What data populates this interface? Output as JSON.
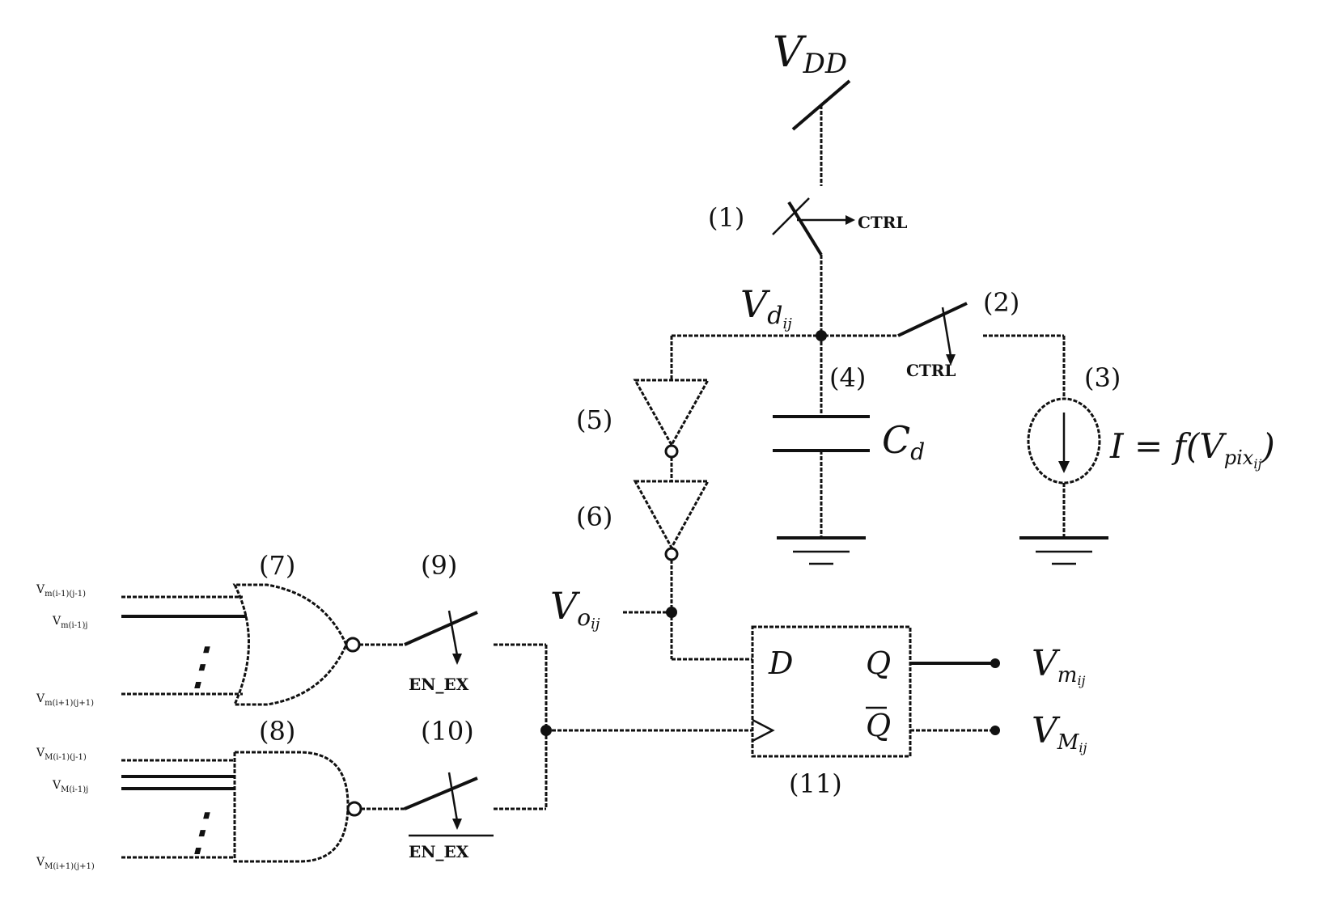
{
  "supply": {
    "name": "V",
    "sub": "DD"
  },
  "switch1": {
    "number": "(1)",
    "ctrl": "CTRL"
  },
  "switch2": {
    "number": "(2)",
    "ctrl": "CTRL"
  },
  "current_source": {
    "number": "(3)",
    "formula_left": "I = f(V",
    "formula_sub": "pix",
    "formula_subsub": "ij",
    "formula_right": ")"
  },
  "capacitor": {
    "number": "(4)",
    "name": "C",
    "sub": "d"
  },
  "node_vd": {
    "name": "V",
    "sub": "d",
    "subsub": "ij"
  },
  "inverter5": {
    "number": "(5)"
  },
  "inverter6": {
    "number": "(6)"
  },
  "node_vo": {
    "name": "V",
    "sub": "o",
    "subsub": "ij"
  },
  "nor_gate": {
    "number": "(7)",
    "inputs": [
      "V",
      "V",
      "V"
    ],
    "input_subs": [
      "m(i-1)(j-1)",
      "m(i-1)j",
      "m(i+1)(j+1)"
    ]
  },
  "nand_gate": {
    "number": "(8)",
    "inputs": [
      "V",
      "V",
      "V"
    ],
    "input_subs": [
      "M(i-1)(j-1)",
      "M(i-1)j",
      "M(i+1)(j+1)"
    ]
  },
  "switch9": {
    "number": "(9)",
    "ctrl": "EN_EX"
  },
  "switch10": {
    "number": "(10)",
    "ctrl": "EN_EX"
  },
  "flipflop": {
    "number": "(11)",
    "d_label": "D",
    "q_label": "Q",
    "qbar_label": "Q"
  },
  "out_m": {
    "name": "V",
    "sub": "m",
    "subsub": "ij"
  },
  "out_M": {
    "name": "V",
    "sub": "M",
    "subsub": "ij"
  },
  "ellipsis": "⋮"
}
